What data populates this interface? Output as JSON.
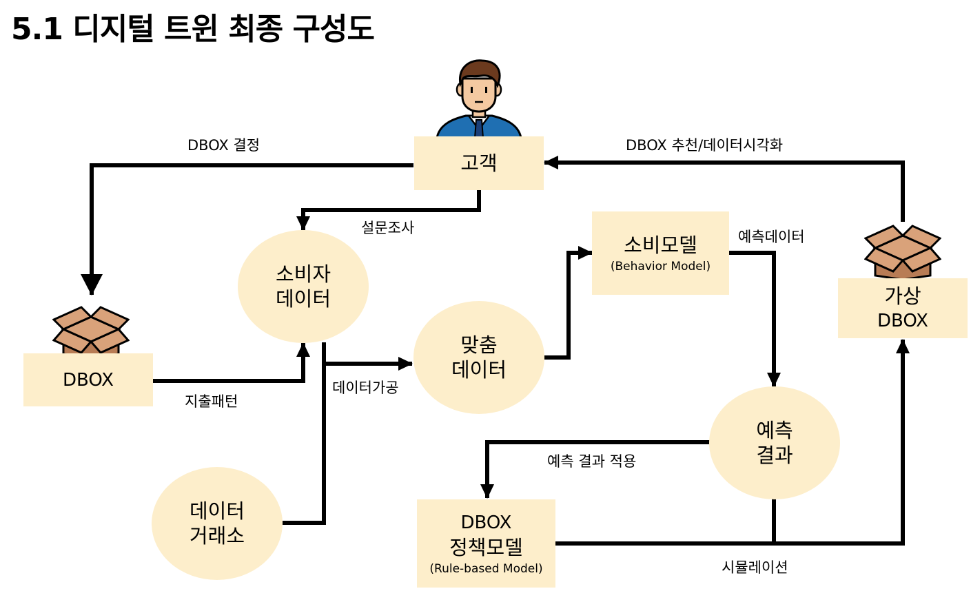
{
  "title": "5.1 디지털 트윈 최종 구성도",
  "nodes": {
    "customer": {
      "line1": "고객"
    },
    "dbox": {
      "line1": "DBOX"
    },
    "consumer_data": {
      "line1": "소비자",
      "line2": "데이터"
    },
    "custom_data": {
      "line1": "맞춤",
      "line2": "데이터"
    },
    "data_exchange": {
      "line1": "데이터",
      "line2": "거래소"
    },
    "consumption_model": {
      "line1": "소비모델",
      "sub": "(Behavior Model)"
    },
    "virtual_dbox": {
      "line1": "가상",
      "line2": "DBOX"
    },
    "prediction_result": {
      "line1": "예측",
      "line2": "결과"
    },
    "dbox_policy_model": {
      "line1": "DBOX",
      "line2": "정책모델",
      "sub": "(Rule-based Model)"
    }
  },
  "edge_labels": {
    "dbox_decision": "DBOX 결정",
    "recommend_viz": "DBOX 추천/데이터시각화",
    "survey": "설문조사",
    "spending_pattern": "지출패턴",
    "data_processing": "데이터가공",
    "prediction_data": "예측데이터",
    "apply_prediction": "예측 결과 적용",
    "simulation": "시뮬레이션"
  },
  "colors": {
    "node_fill": "#fdeecb",
    "line": "#000000",
    "box_light": "#d9a27a",
    "box_dark": "#b87c55",
    "person_suit": "#1f6fb2"
  },
  "icons": {
    "customer_avatar": "businessman-avatar-icon",
    "dbox_box": "open-box-icon",
    "virtual_box": "open-box-icon"
  }
}
